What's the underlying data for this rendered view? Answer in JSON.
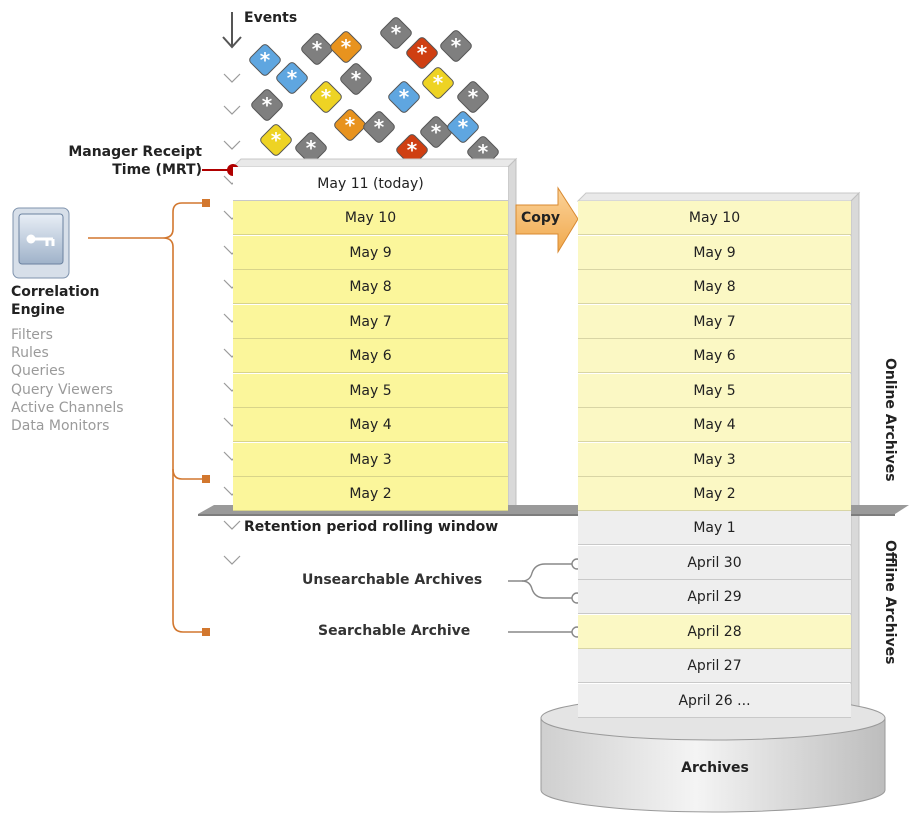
{
  "events_label": "Events",
  "mrt_label_line1": "Manager Receipt",
  "mrt_label_line2": "Time (MRT)",
  "correlation_engine": {
    "title_line1": "Correlation",
    "title_line2": "Engine",
    "items": [
      "Filters",
      "Rules",
      "Queries",
      "Query Viewers",
      "Active Channels",
      "Data Monitors"
    ]
  },
  "copy_label": "Copy",
  "left_stack": [
    "May 11 (today)",
    "May 10",
    "May 9",
    "May 8",
    "May 7",
    "May 6",
    "May 5",
    "May 4",
    "May 3",
    "May 2"
  ],
  "right_stack": [
    "May 10",
    "May 9",
    "May 8",
    "May 7",
    "May 6",
    "May 5",
    "May 4",
    "May 3",
    "May 2",
    "May 1",
    "April 30",
    "April 29",
    "April 28",
    "April 27",
    "April 26 ..."
  ],
  "online_archives_label": "Online Archives",
  "offline_archives_label": "Offline Archives",
  "retention_label": "Retention period rolling window",
  "unsearchable_label": "Unsearchable Archives",
  "searchable_label": "Searchable Archive",
  "archives_label": "Archives",
  "colors": {
    "today_row": "#ffffff",
    "retained_row": "#fbf69b",
    "online_copy_row": "#fbf8c4",
    "offline_row": "#eeeeee",
    "connector_orange": "#d2772e",
    "mrt_red": "#b00000",
    "copy_arrow": "#f7c37c"
  }
}
